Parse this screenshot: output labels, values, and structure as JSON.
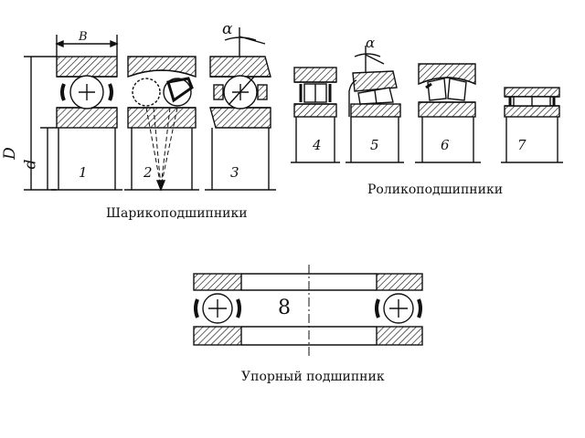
{
  "captions": {
    "ball": "Шарикоподшипники",
    "roller": "Роликоподшипники",
    "thrust": "Упорный подшипник"
  },
  "dims": {
    "B": "B",
    "D": "D",
    "d": "d",
    "alpha": "α"
  },
  "bearings": [
    {
      "number": "1"
    },
    {
      "number": "2"
    },
    {
      "number": "3"
    },
    {
      "number": "4"
    },
    {
      "number": "5"
    },
    {
      "number": "6"
    },
    {
      "number": "7"
    },
    {
      "number": "8"
    }
  ],
  "colors": {
    "ink": "#111111",
    "background": "#ffffff"
  }
}
